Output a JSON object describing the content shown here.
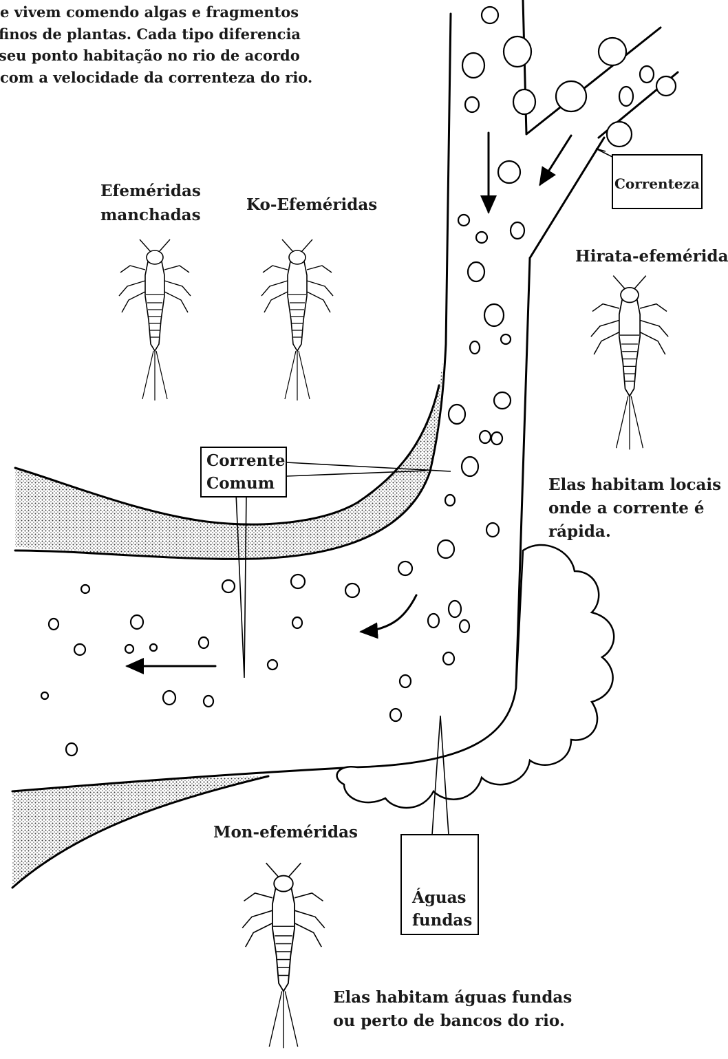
{
  "intro_text": [
    "e vivem comendo algas e fragmentos",
    "finos de plantas. Cada tipo diferencia",
    "seu ponto habitação no rio de acordo",
    "com a velocidade da correnteza do rio."
  ],
  "labels": {
    "efemeridas_manchadas": [
      "Efeméridas",
      "manchadas"
    ],
    "ko_efemeridas": "Ko-Efeméridas",
    "hirata_efemeridas": "Hirata-efeméridas",
    "mon_efemeridas": "Mon-efeméridas",
    "correnteza": "Correnteza",
    "corrente_comum": [
      "Corrente",
      "Comum"
    ],
    "aguas_fundas": [
      "Águas",
      "fundas"
    ]
  },
  "notes": {
    "fast_current": [
      "Elas habitam locais",
      "onde a corrente é",
      "rápida."
    ],
    "deep_water": [
      "Elas habitam águas fundas",
      "ou perto de bancos do rio."
    ]
  },
  "icons": [
    "mayfly-nymph",
    "pebble",
    "current-arrow",
    "dotted-sand-bank"
  ],
  "colors": {
    "ink": "#000000",
    "paper": "#ffffff"
  }
}
